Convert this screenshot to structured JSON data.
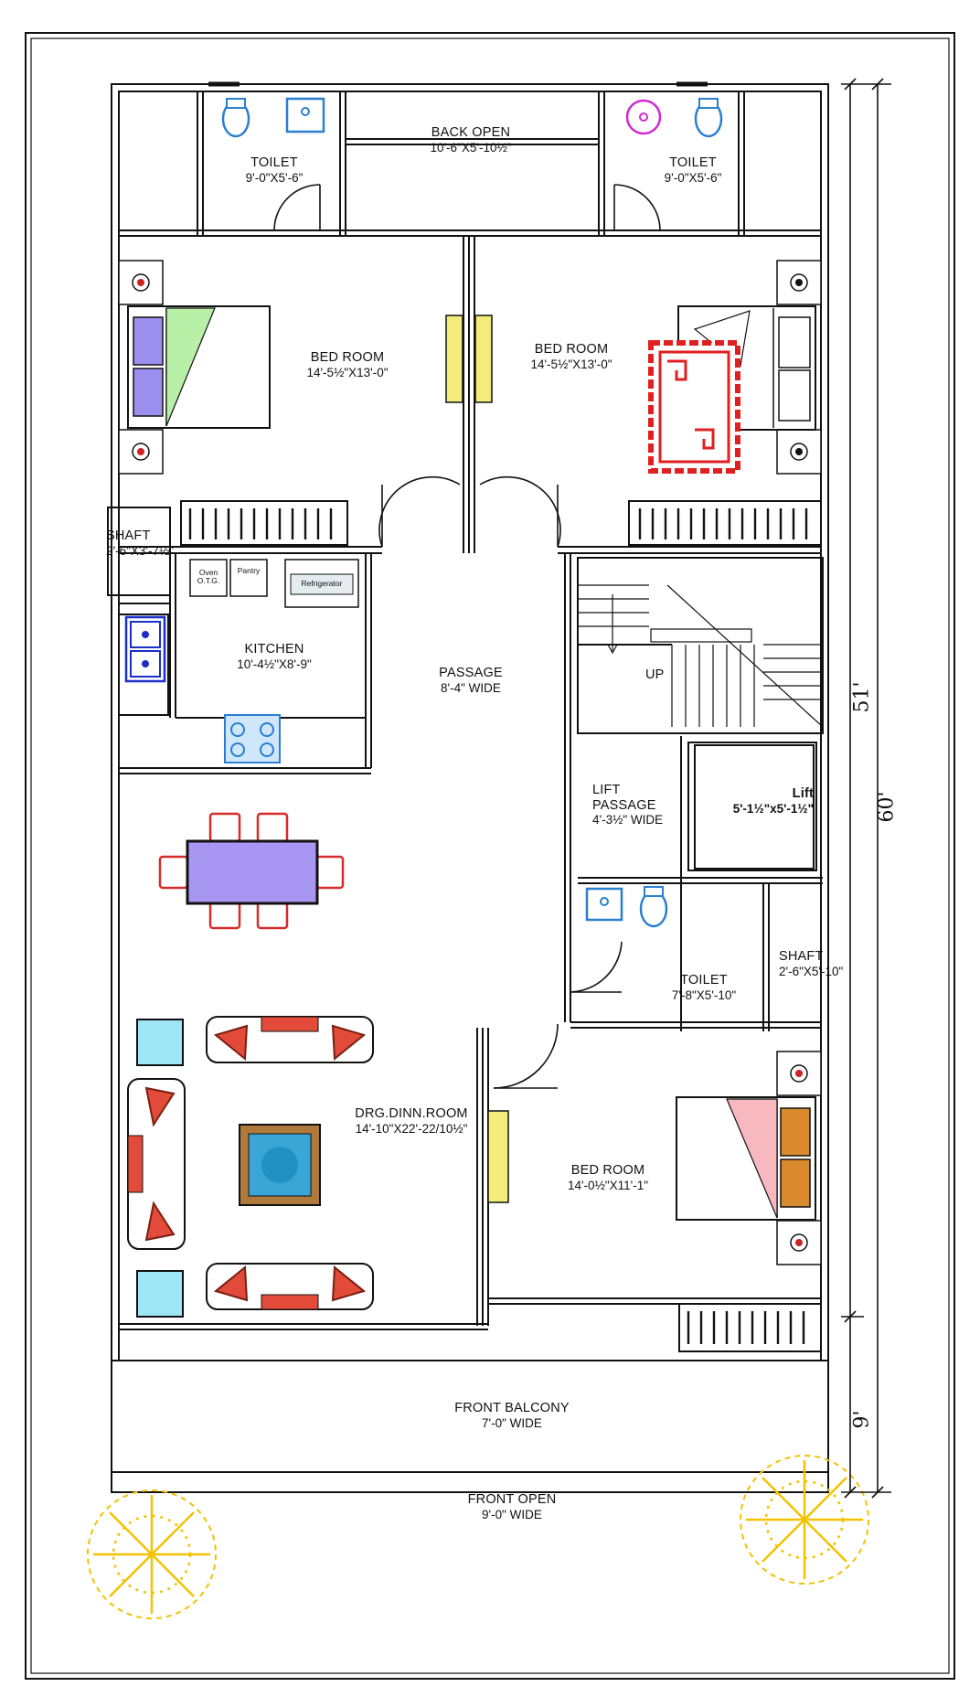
{
  "rooms": {
    "toilet_left": {
      "title": "TOILET",
      "dims": "9'-0\"X5'-6\""
    },
    "back_open": {
      "title": "BACK OPEN",
      "dims": "10'-6\"X5'-10½\""
    },
    "toilet_right": {
      "title": "TOILET",
      "dims": "9'-0\"X5'-6\""
    },
    "bed_room_left": {
      "title": "BED ROOM",
      "dims": "14'-5½\"X13'-0\""
    },
    "bed_room_right": {
      "title": "BED ROOM",
      "dims": "14'-5½\"X13'-0\""
    },
    "shaft_left": {
      "title": "SHAFT",
      "dims": "2'-6\"X3'-7½\""
    },
    "kitchen": {
      "title": "KITCHEN",
      "dims": "10'-4½\"X8'-9\""
    },
    "passage": {
      "title": "PASSAGE",
      "dims": "8'-4\" WIDE"
    },
    "stair_label": "UP",
    "lift_passage": {
      "title": "LIFT",
      "title2": "PASSAGE",
      "dims": "4'-3½\" WIDE"
    },
    "lift": {
      "title": "Lift",
      "dims": "5'-1½\"x5'-1½\""
    },
    "toilet_mid": {
      "title": "TOILET",
      "dims": "7'-8\"X5'-10\""
    },
    "shaft_right": {
      "title": "SHAFT",
      "dims": "2'-6\"X5'-10\""
    },
    "drawing_dining": {
      "title": "DRG.DINN.ROOM",
      "dims": "14'-10\"X22'-22/10½\""
    },
    "bed_room_front": {
      "title": "BED ROOM",
      "dims": "14'-0½\"X11'-1\""
    },
    "front_balcony": {
      "title": "FRONT BALCONY",
      "dims": "7'-0\" WIDE"
    },
    "front_open": {
      "title": "FRONT OPEN",
      "dims": "9'-0\" WIDE"
    }
  },
  "appliances": {
    "oven": "Oven O.T.G.",
    "pantry": "Pantry",
    "refrigerator": "Refrigerator"
  },
  "dimensions": {
    "depth_51": "51'",
    "depth_60": "60'",
    "depth_9": "9'"
  },
  "colors": {
    "wall": "#111111",
    "bed_pillow": "#9b8ff0",
    "bed_pillow_front": "#d98a2e",
    "rug": "#e02020",
    "sink_blue": "#2a7fd0",
    "dining_table": "#a897f2",
    "chair_red": "#d62b2b",
    "sofa_dark": "#7a1f12",
    "side_table": "#9ee6f5",
    "coffee_table": "#3aa6d6",
    "tree_yellow": "#f2c200",
    "kitchen_sink": "#1a2fc8"
  }
}
